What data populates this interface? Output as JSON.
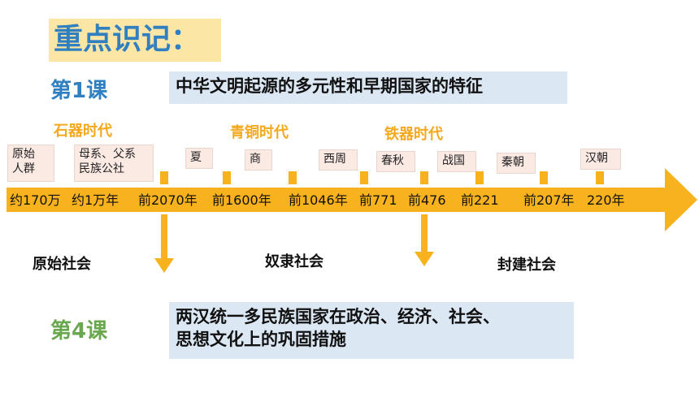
{
  "heading": "重点识记：",
  "lesson1": {
    "label": "第1课",
    "topic": "中华文明起源的多元性和早期国家的特征"
  },
  "lesson4": {
    "label": "第4课",
    "topic_line1": "两汉统一多民族国家在政治、经济、社会、",
    "topic_line2": "思想文化上的巩固措施"
  },
  "eras": [
    "石器时代",
    "青铜时代",
    "铁器时代"
  ],
  "periods": [
    {
      "line1": "原始",
      "line2": "人群"
    },
    {
      "line1": "母系、父系",
      "line2": "民族公社"
    },
    {
      "line1": "夏"
    },
    {
      "line1": "商"
    },
    {
      "line1": "西周"
    },
    {
      "line1": "春秋"
    },
    {
      "line1": "战国"
    },
    {
      "line1": "秦朝"
    },
    {
      "line1": "汉朝"
    }
  ],
  "dates": [
    "约170万",
    "约1万年",
    "前2070年",
    "前1600年",
    "前1046年",
    "前771",
    "前476",
    "前221",
    "前207年",
    "220年"
  ],
  "societies": [
    "原始社会",
    "奴隶社会",
    "封建社会"
  ],
  "colors": {
    "heading_text": "#2f7fc1",
    "heading_bg": "#fbe6a6",
    "lesson1_label": "#2f7fc1",
    "lesson4_label": "#6aa84f",
    "topic_bg": "#dbe7f3",
    "era_label": "#f4a81c",
    "arrow": "#f7b21d",
    "period_bg": "#fbe9e3"
  }
}
